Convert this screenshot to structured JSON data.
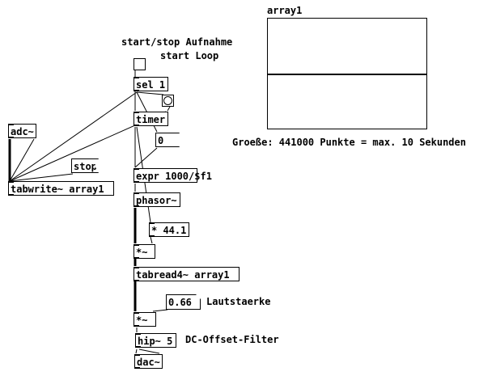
{
  "comments": {
    "start_stop": "start/stop Aufnahme",
    "start_loop": "start Loop",
    "lautstaerke": "Lautstaerke",
    "dc_filter": "DC-Offset-Filter",
    "groesse": "Groeße: 441000 Punkte = max. 10 Sekunden"
  },
  "array": {
    "name": "array1"
  },
  "objects": {
    "sel": "sel 1",
    "timer": "timer",
    "adc": "adc~",
    "tabwrite": "tabwrite~ array1",
    "expr": "expr 1000/$f1",
    "phasor": "phasor~",
    "mul441": "* 44.1",
    "mul1": "*~",
    "tabread": "tabread4~ array1",
    "mul2": "*~",
    "hip": "hip~ 5",
    "dac": "dac~"
  },
  "messages": {
    "stop": "stop"
  },
  "atoms": {
    "zero": "0",
    "volume": "0.66"
  },
  "toggle": {
    "checked": false
  }
}
